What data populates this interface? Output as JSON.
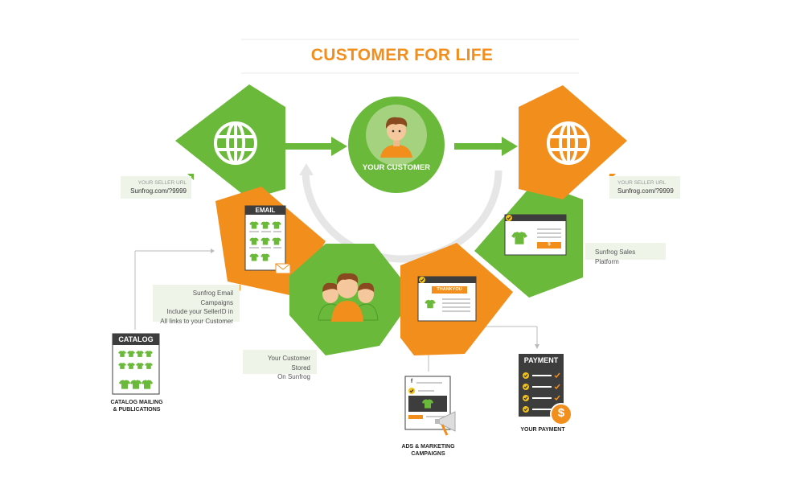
{
  "title": "CUSTOMER FOR LIFE",
  "colors": {
    "green": "#6ab93a",
    "orange": "#f28e1c",
    "dark": "#3d3d3d",
    "note_bg": "#eef4e8",
    "arc": "#e8e8e8",
    "title": "#f28e1c"
  },
  "center": {
    "label": "YOUR CUSTOMER",
    "icon": "customer-avatar-icon"
  },
  "nodes": [
    {
      "id": "seller-url-left",
      "icon": "globe-icon",
      "color": "green"
    },
    {
      "id": "seller-url-right",
      "icon": "globe-icon",
      "color": "orange"
    },
    {
      "id": "email",
      "icon": "email-catalog-icon",
      "color": "orange",
      "panel_title": "EMAIL"
    },
    {
      "id": "customers",
      "icon": "customer-group-icon",
      "color": "green"
    },
    {
      "id": "thankyou",
      "icon": "thankyou-page-icon",
      "color": "orange",
      "panel_title": "THANKYOU"
    },
    {
      "id": "sales-platform",
      "icon": "store-page-icon",
      "color": "green",
      "button": "$"
    }
  ],
  "notes": {
    "seller_left": {
      "small": "YOUR SELLER URL",
      "big": "Sunfrog.com/?9999"
    },
    "seller_right": {
      "small": "YOUR SELLER URL",
      "big": "Sunfrog.com/?9999"
    },
    "sales_platform": "Sunfrog Sales Platform",
    "email_campaigns": [
      "Sunfrog Email Campaigns",
      "Include your SellerID in",
      "All links to your Customer"
    ],
    "customer_stored": [
      "Your Customer Stored",
      "On Sunfrog"
    ]
  },
  "catalog": {
    "title": "CATALOG",
    "caption": [
      "CATALOG MAILING",
      "& PUBLICATIONS"
    ]
  },
  "ads": {
    "logo": "f",
    "caption": [
      "ADS & MARKETING",
      "CAMPAIGNS"
    ]
  },
  "payment": {
    "title": "PAYMENT",
    "caption": "YOUR PAYMENT",
    "badge": "$"
  }
}
